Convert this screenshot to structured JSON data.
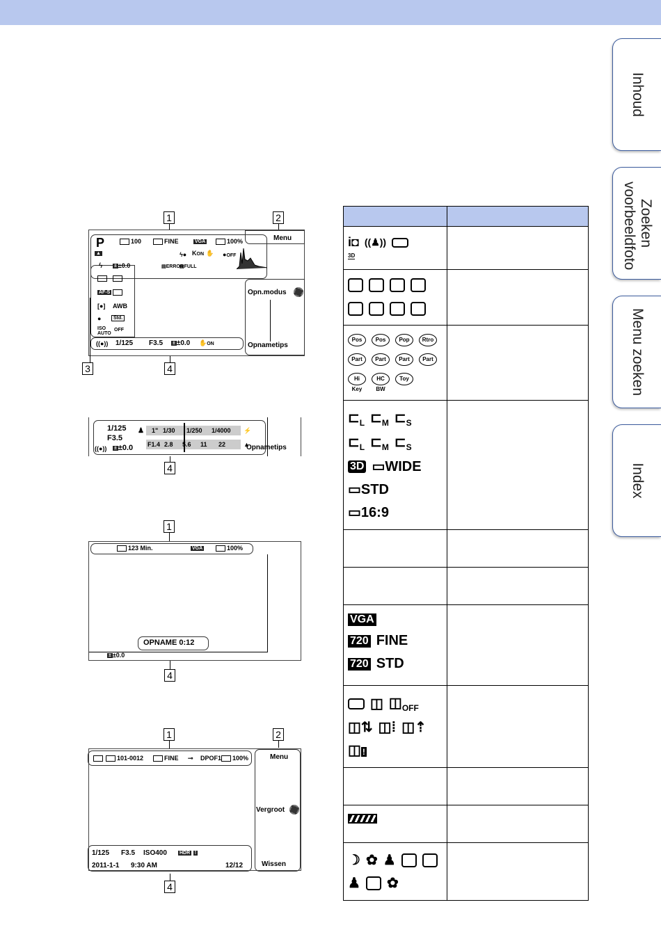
{
  "tabs": [
    {
      "label": "Inhoud"
    },
    {
      "label": "Zoeken voorbeeldfoto"
    },
    {
      "label": "Menu zoeken"
    },
    {
      "label": "Index"
    }
  ],
  "callouts": {
    "c1": "1",
    "c2": "2",
    "c3": "3",
    "c4": "4"
  },
  "screen1": {
    "mode": "P",
    "count": "100",
    "quality": "FINE",
    "vga": "VGA",
    "battery": "100%",
    "menu": "Menu",
    "ev": "±0.0",
    "awb": "AWB",
    "std": "Std.",
    "iso": "ISO AUTO",
    "off": "OFF",
    "error": "ERROR",
    "full": "FULL",
    "on": "ON",
    "opn_modus": "Opn.modus",
    "opnametips": "Opnametips",
    "shutter": "1/125",
    "aperture": "F3.5",
    "ev_bottom": "±0.0",
    "steady": "ON"
  },
  "screen2": {
    "shutter": "1/125",
    "aperture": "F3.5",
    "ev": "±0.0",
    "s1": "1\"",
    "s2": "1/30",
    "s3": "1/250",
    "s4": "1/4000",
    "a1": "F1.4",
    "a2": "2.8",
    "a3": "5.6",
    "a4": "11",
    "a5": "22",
    "opnametips": "Opnametips"
  },
  "screen3": {
    "time": "123 Min.",
    "vga": "VGA",
    "battery": "100%",
    "opname": "OPNAME 0:12",
    "ev": "±0.0"
  },
  "screen4": {
    "folder": "101-0012",
    "quality": "FINE",
    "dpof": "DPOF1",
    "battery": "100%",
    "menu": "Menu",
    "vergroot": "Vergroot",
    "wissen": "Wissen",
    "shutter": "1/125",
    "aperture": "F3.5",
    "iso": "ISO400",
    "hdr": "HDR",
    "date": "2011-1-1",
    "time": "9:30 AM",
    "frame": "12/12"
  },
  "table": {
    "row1_3d": "3D",
    "pic_effects": [
      "Pos",
      "Pos",
      "Pop",
      "Rtro",
      "Part",
      "Part",
      "Part",
      "Part",
      "Hi Key",
      "HC BW",
      "Toy"
    ],
    "size_L": "L",
    "size_M": "M",
    "size_S": "S",
    "threed": "3D",
    "wide": "WIDE",
    "std": "STD",
    "r169": "16:9",
    "vga": "VGA",
    "m720": "720",
    "fine": "FINE",
    "mstd": "STD",
    "off": "OFF"
  }
}
